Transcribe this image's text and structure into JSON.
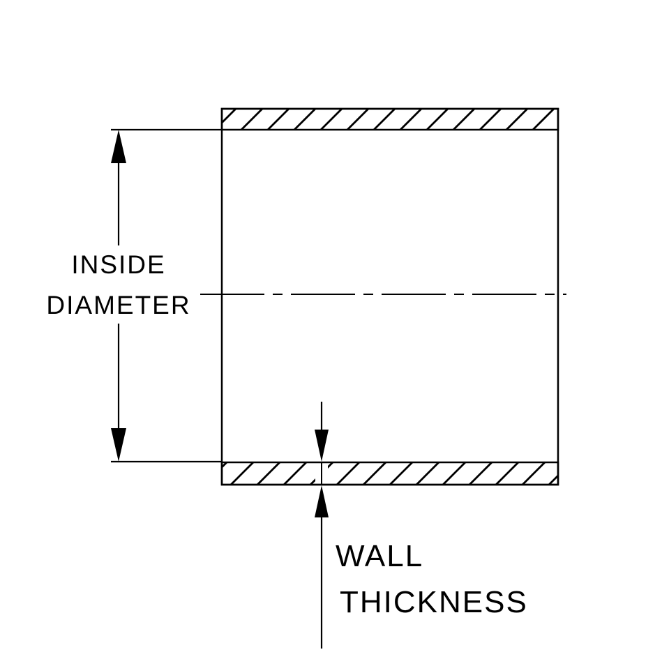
{
  "diagram": {
    "type": "engineering-cross-section",
    "subject": "tube-coupler-cross-section",
    "labels": {
      "inside_diameter": {
        "line1": "INSIDE",
        "line2": "DIAMETER"
      },
      "wall_thickness": {
        "line1": "WALL",
        "line2": "THICKNESS"
      }
    },
    "colors": {
      "line": "#000000",
      "background": "#ffffff",
      "wall_fill": "hatched-diagonal"
    }
  }
}
